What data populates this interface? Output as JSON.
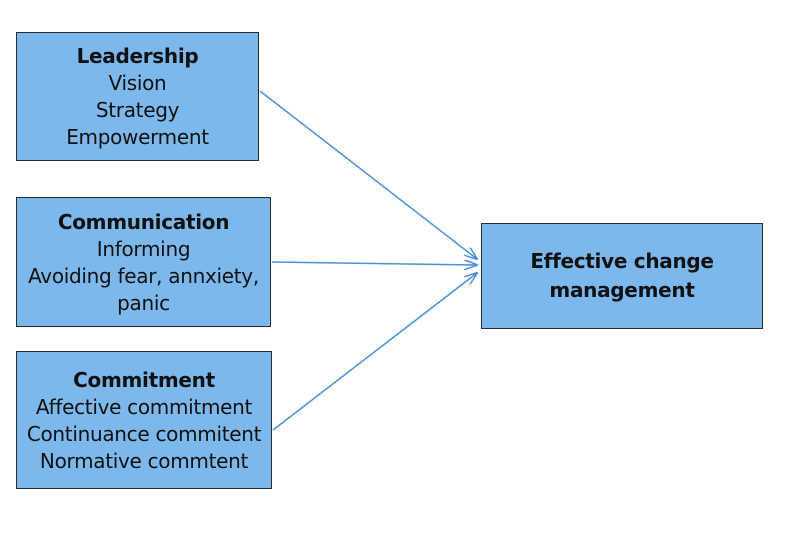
{
  "diagram": {
    "colors": {
      "box_fill": "#7cb8ec",
      "box_border": "#2b2b2b",
      "arrow": "#4a90d9"
    },
    "leadership": {
      "title": "Leadership",
      "lines": [
        "Vision",
        "Strategy",
        "Empowerment"
      ]
    },
    "communication": {
      "title": "Communication",
      "lines": [
        "Informing",
        "Avoiding fear, annxiety,",
        "panic"
      ]
    },
    "commitment": {
      "title": "Commitment",
      "lines": [
        "Affective commitment",
        "Continuance commitent",
        "Normative commtent"
      ]
    },
    "outcome": {
      "lines": [
        "Effective change",
        "management"
      ]
    }
  }
}
